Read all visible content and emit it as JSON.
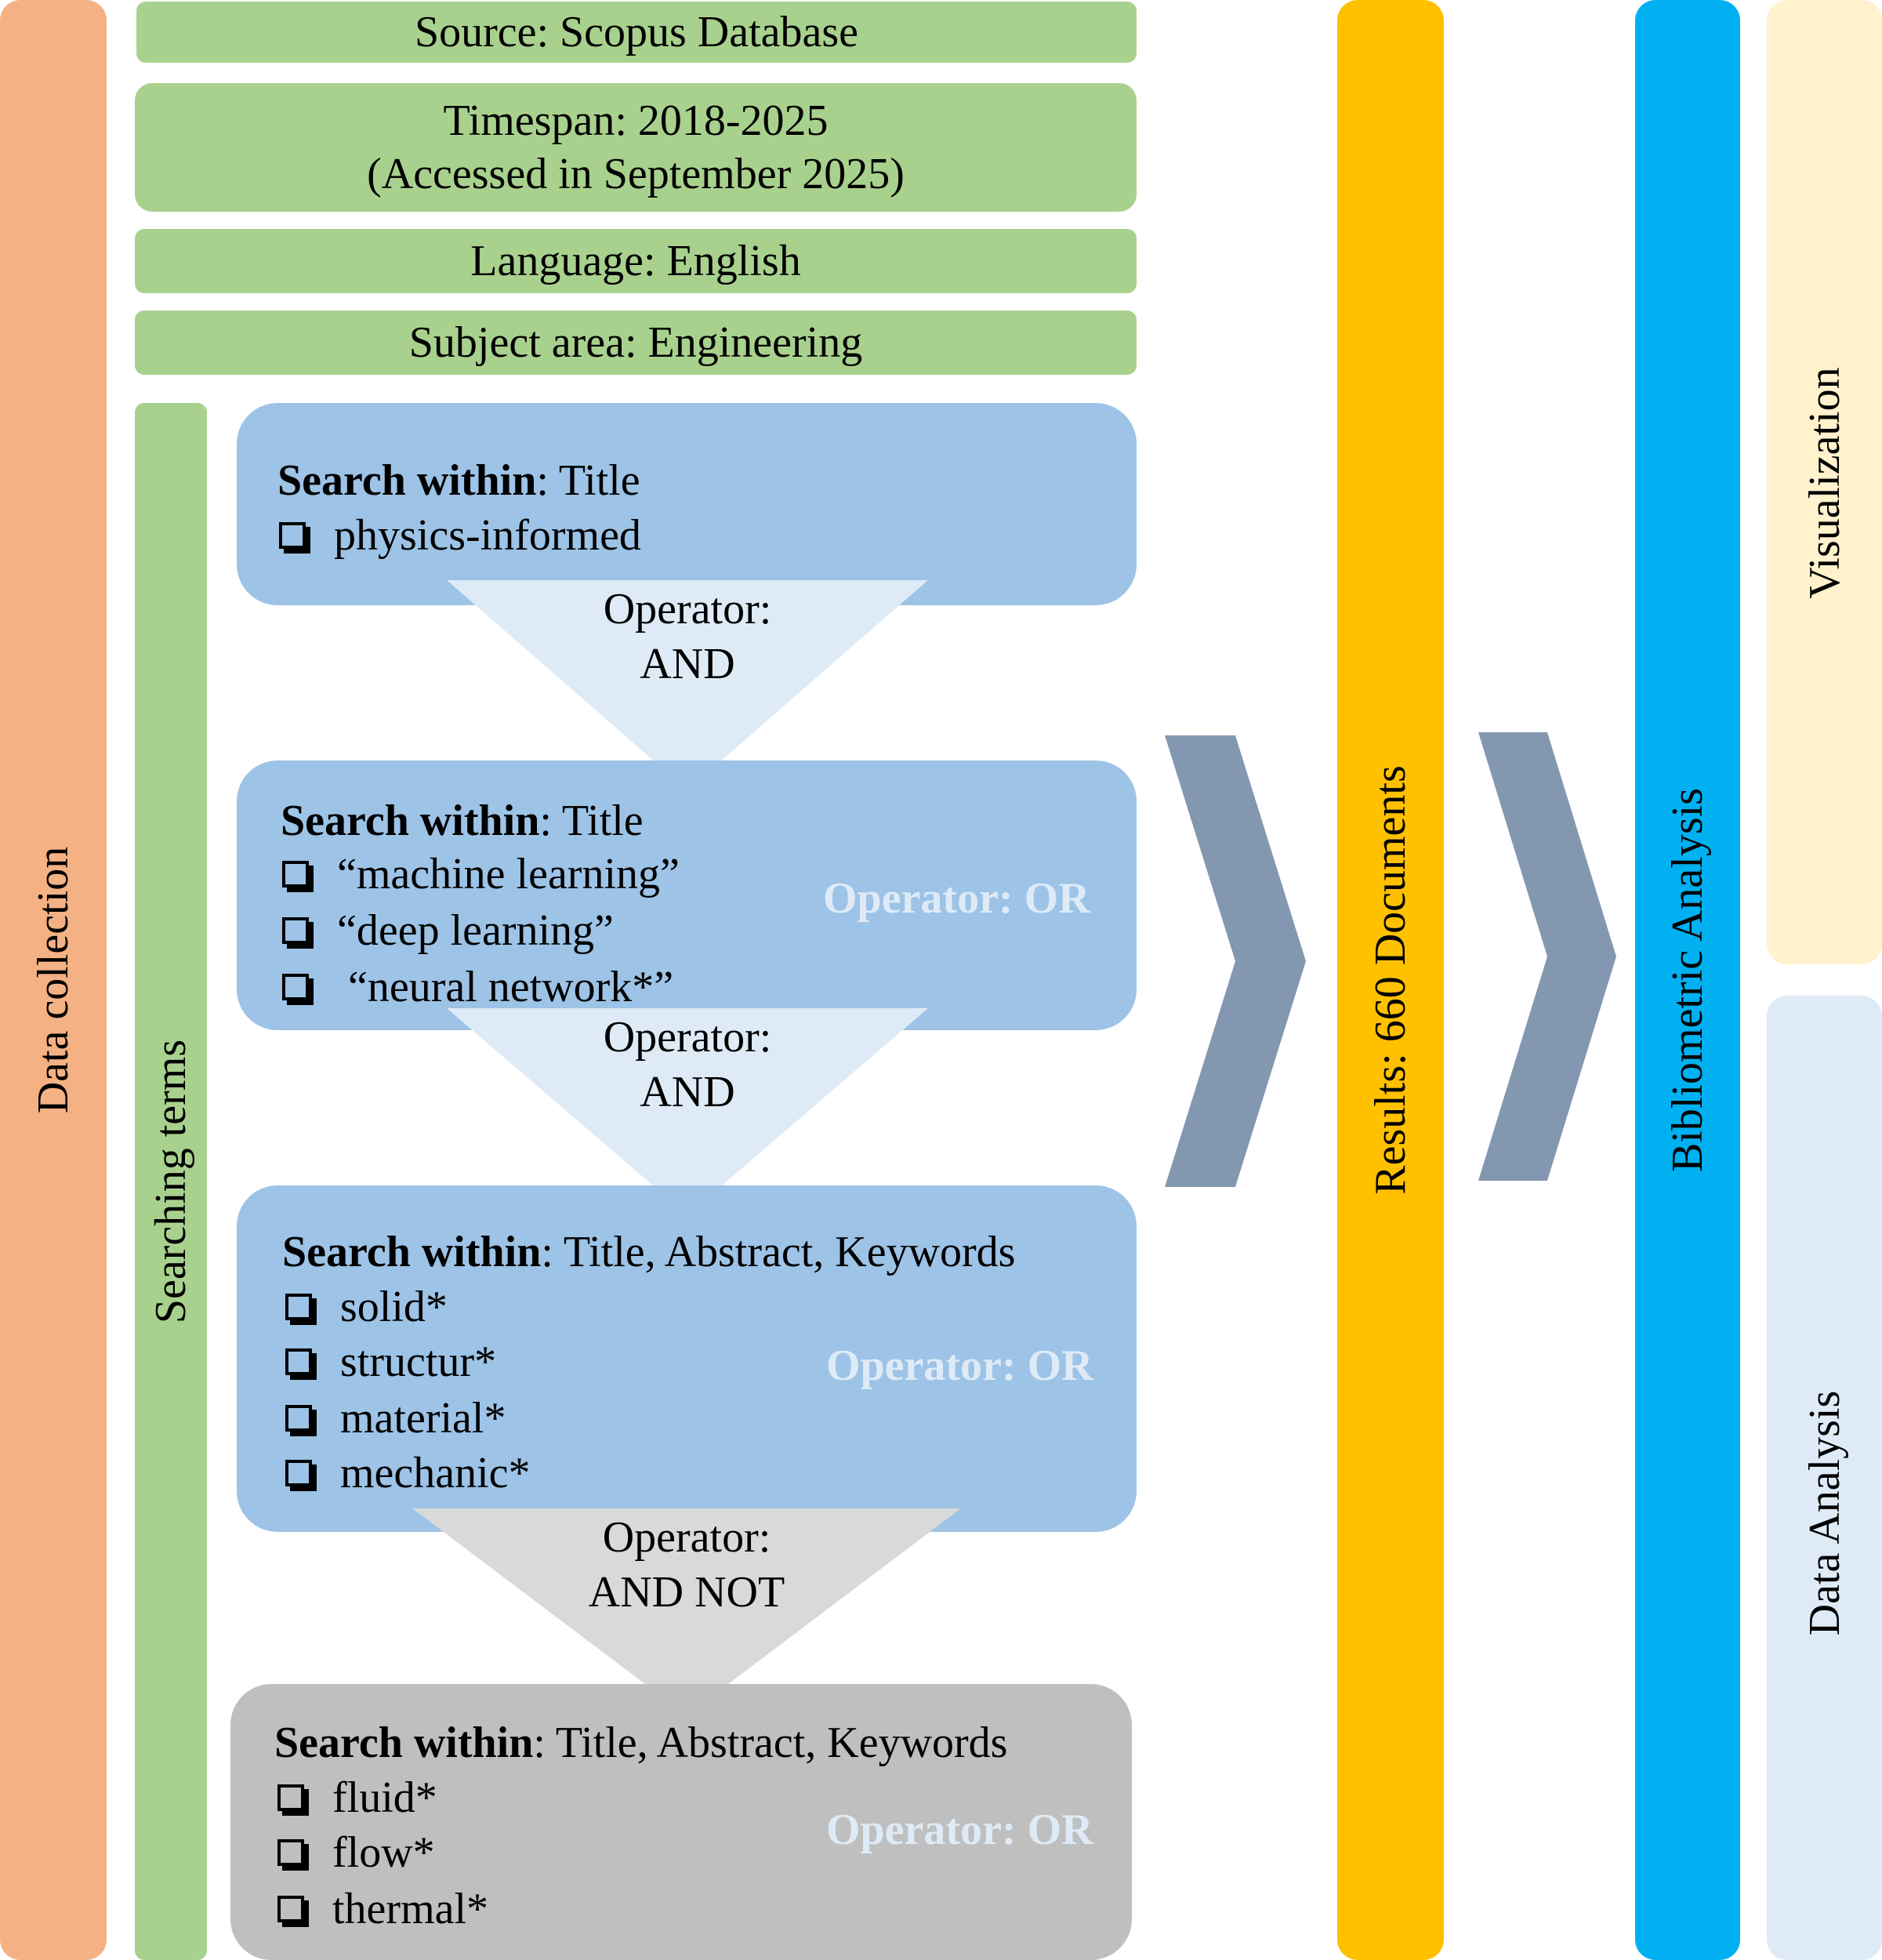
{
  "stages": {
    "data_collection": "Data collection",
    "searching_terms": "Searching terms",
    "results": "Results: 660 Documents",
    "bibliometric": "Bibliometric Analysis",
    "visualization": "Visualization",
    "data_analysis": "Data Analysis"
  },
  "filters": {
    "source": "Source: Scopus Database",
    "timespan_line1": "Timespan: 2018-2025",
    "timespan_line2": "(Accessed in September 2025)",
    "language": "Language: English",
    "subject": "Subject area: Engineering"
  },
  "search_blocks": [
    {
      "head_bold": "Search within",
      "head_rest": ": Title",
      "items": [
        "physics-informed"
      ]
    },
    {
      "head_bold": "Search within",
      "head_rest": ": Title",
      "items": [
        "“machine learning”",
        "“deep learning”",
        " “neural network*”"
      ],
      "operator": "Operator: OR"
    },
    {
      "head_bold": "Search within",
      "head_rest": ": Title, Abstract, Keywords",
      "items": [
        "solid*",
        "structur*",
        "material*",
        "mechanic*"
      ],
      "operator": "Operator: OR"
    },
    {
      "head_bold": "Search within",
      "head_rest": ": Title, Abstract, Keywords",
      "items": [
        "fluid*",
        "flow*",
        "thermal*"
      ],
      "operator": "Operator: OR"
    }
  ],
  "connectors": [
    {
      "line1": "Operator:",
      "line2": "AND"
    },
    {
      "line1": "Operator:",
      "line2": "AND"
    },
    {
      "line1": "Operator:",
      "line2": "AND NOT"
    }
  ],
  "colors": {
    "data_collection": "#f4b183",
    "green": "#a9d18e",
    "blue_box": "#9dc3e6",
    "light_blue": "#deebf7",
    "grey_box": "#bfbfbf",
    "light_grey": "#d9d9d9",
    "results": "#ffc000",
    "bibliometric": "#00b0f0",
    "visualization": "#fff2cc",
    "data_analysis": "#deebf7",
    "chevron": "#8497b0"
  }
}
